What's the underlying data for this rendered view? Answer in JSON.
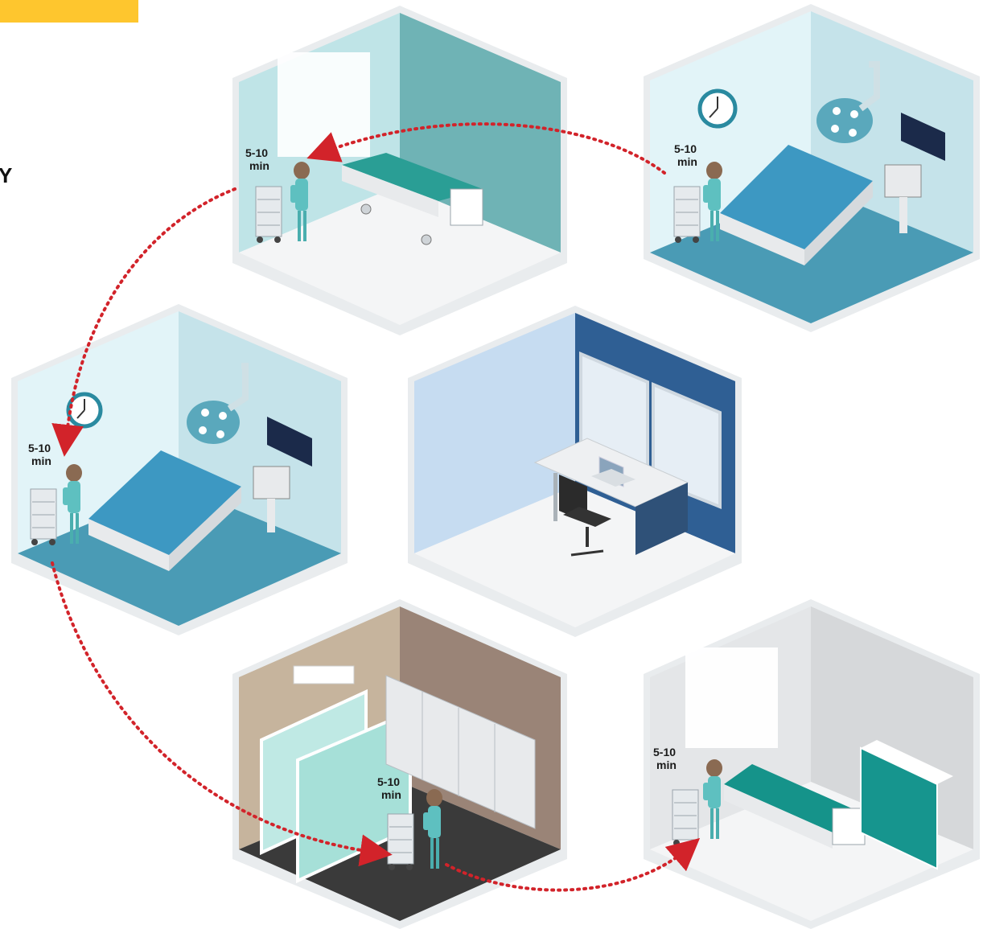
{
  "header_fragment": "Y",
  "colors": {
    "accent_yellow": "#fec62e",
    "path_red": "#d2232a",
    "floor_teal": "#4a9bb5",
    "wall_teal": "#6fb3b5",
    "office_blue": "#2f5f94",
    "pharmacy_brown": "#9a8477"
  },
  "rooms": [
    {
      "name": "patient-room-1",
      "time_label": [
        "5-10",
        "min"
      ]
    },
    {
      "name": "exam-room-1",
      "time_label": [
        "5-10",
        "min"
      ]
    },
    {
      "name": "exam-room-2",
      "time_label": [
        "5-10",
        "min"
      ]
    },
    {
      "name": "office",
      "time_label": []
    },
    {
      "name": "pharmacy",
      "time_label": [
        "5-10",
        "min"
      ]
    },
    {
      "name": "patient-room-2",
      "time_label": [
        "5-10",
        "min"
      ]
    }
  ],
  "icons": [
    "clock-icon",
    "surgical-light-icon",
    "monitor-icon",
    "laptop-icon",
    "nurse-figure-icon",
    "medicine-cart-icon",
    "hospital-bed-icon"
  ]
}
